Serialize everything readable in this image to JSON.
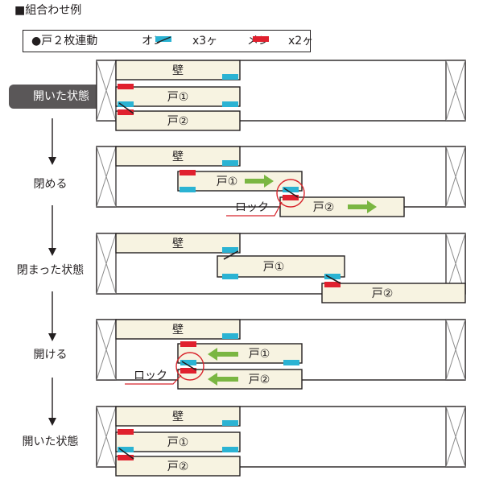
{
  "title": "■組合わせ例",
  "legend": {
    "prefix": "●戸２枚連動",
    "on_label": "オン",
    "on_count": "x3ヶ",
    "men_label": "メン",
    "men_count": "x2ヶ",
    "colors": {
      "on": "#2bb3d3",
      "men": "#e0202e"
    }
  },
  "labels": {
    "wall": "壁",
    "door1": "戸①",
    "door2": "戸②",
    "lock": "ロック"
  },
  "stages": [
    {
      "label": "開いた状態",
      "highlight": true
    },
    {
      "label": "閉める",
      "highlight": false
    },
    {
      "label": "閉まった状態",
      "highlight": false
    },
    {
      "label": "開ける",
      "highlight": false
    },
    {
      "label": "開いた状態",
      "highlight": false
    }
  ],
  "colors": {
    "panel_fill": "#f7f3e1",
    "frame_stroke": "#231f20",
    "arrow_green": "#7ab642",
    "lock_circle": "#d8242c"
  }
}
